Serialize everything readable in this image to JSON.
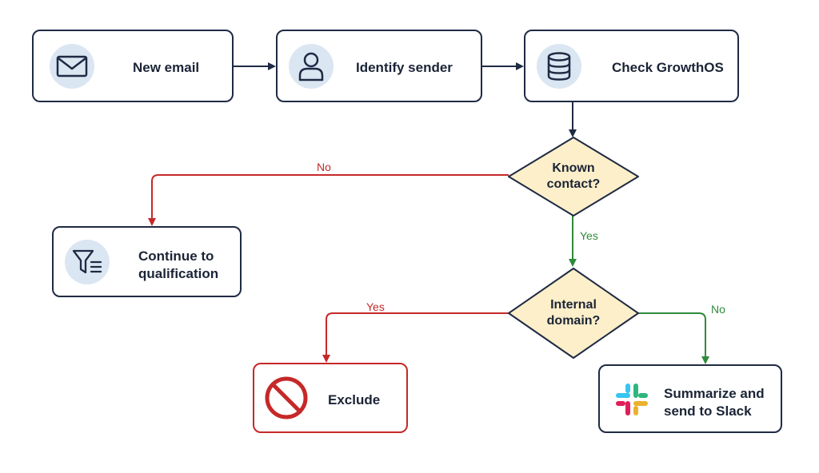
{
  "colors": {
    "navy": "#1f2a44",
    "red": "#c62828",
    "green": "#2e8b3a",
    "diamond_fill": "#fdefc9",
    "icon_bg": "#dbe6f3"
  },
  "nodes": {
    "new_email": {
      "label": "New email",
      "icon": "envelope-icon"
    },
    "identify_sender": {
      "label": "Identify sender",
      "icon": "user-icon"
    },
    "check_growthos": {
      "label": "Check GrowthOS",
      "icon": "database-icon"
    },
    "continue_qualification": {
      "line1": "Continue to",
      "line2": "qualification",
      "icon": "filter-icon"
    },
    "exclude": {
      "label": "Exclude",
      "icon": "prohibited-icon"
    },
    "summarize_slack": {
      "line1": "Summarize and",
      "line2": "send to Slack",
      "icon": "slack-icon"
    }
  },
  "decisions": {
    "known_contact": {
      "line1": "Known",
      "line2": "contact?"
    },
    "internal_domain": {
      "line1": "Internal",
      "line2": "domain?"
    }
  },
  "edge_labels": {
    "known_no": "No",
    "known_yes": "Yes",
    "internal_yes": "Yes",
    "internal_no": "No"
  }
}
